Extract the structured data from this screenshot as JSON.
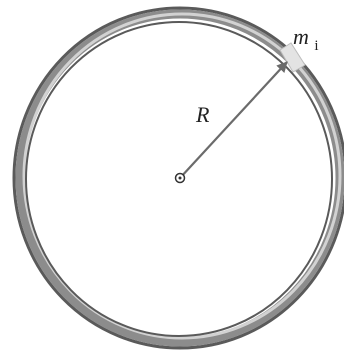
{
  "diagram": {
    "radius_label": "R",
    "mass_label_main": "m",
    "mass_label_sub": "i",
    "colors": {
      "ring_dark": "#5a5a5a",
      "ring_mid": "#8c8c8c",
      "ring_light": "#d2d2d2",
      "segment": "#e3e3e3",
      "arrow": "#6b6b6b",
      "center_dot": "#333333",
      "text": "#222222"
    }
  }
}
